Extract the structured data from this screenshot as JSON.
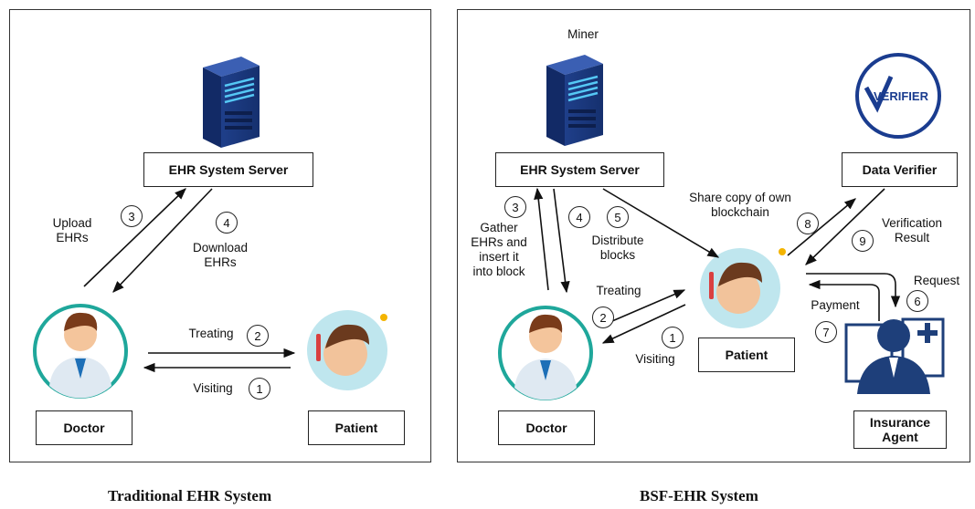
{
  "left": {
    "caption": "Traditional EHR System",
    "server_box": "EHR System Server",
    "doctor_box": "Doctor",
    "patient_box": "Patient",
    "labels": {
      "upload": "Upload\nEHRs",
      "download": "Download\nEHRs",
      "treating": "Treating",
      "visiting": "Visiting"
    },
    "steps": [
      "3",
      "4",
      "2",
      "1"
    ]
  },
  "right": {
    "caption": "BSF-EHR System",
    "miner_label": "Miner",
    "server_box": "EHR System Server",
    "verifier_box": "Data Verifier",
    "verifier_logo_text": "VERIFIER",
    "doctor_box": "Doctor",
    "patient_box": "Patient",
    "insurance_box": "Insurance\nAgent",
    "labels": {
      "gather": "Gather\nEHRs and\ninsert it\ninto block",
      "distribute": "Distribute\nblocks",
      "share": "Share copy of own\nblockchain",
      "verification": "Verification\nResult",
      "request": "Request",
      "payment": "Payment",
      "treating": "Treating",
      "visiting": "Visiting"
    },
    "steps": [
      "3",
      "4",
      "5",
      "8",
      "9",
      "6",
      "7",
      "2",
      "1"
    ]
  }
}
